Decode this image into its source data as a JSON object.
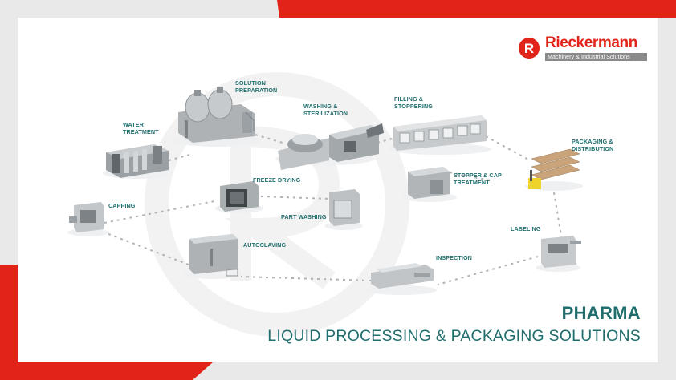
{
  "brand": {
    "name": "Rieckermann",
    "tagline": "Machinery & Industrial Solutions",
    "mark": "R"
  },
  "headline": {
    "title": "PHARMA",
    "subtitle": "LIQUID PROCESSING & PACKAGING SOLUTIONS"
  },
  "stations": {
    "water_treatment": "WATER\nTREATMENT",
    "solution_preparation": "SOLUTION\nPREPARATION",
    "washing_sterilization": "WASHING &\nSTERILIZATION",
    "filling_stoppering": "FILLING &\nSTOPPERING",
    "packaging_distribution": "PACKAGING &\nDISTRIBUTION",
    "freeze_drying": "FREEZE DRYING",
    "stopper_cap_treatment": "STOPPER & CAP\nTREATMENT",
    "capping": "CAPPING",
    "part_washing": "PART WASHING",
    "autoclaving": "AUTOCLAVING",
    "labeling": "LABELING",
    "inspection": "INSPECTION"
  },
  "colors": {
    "accent_red": "#e2231a",
    "teal": "#1f6d6d",
    "machine_gray": "#b9bcbe"
  }
}
